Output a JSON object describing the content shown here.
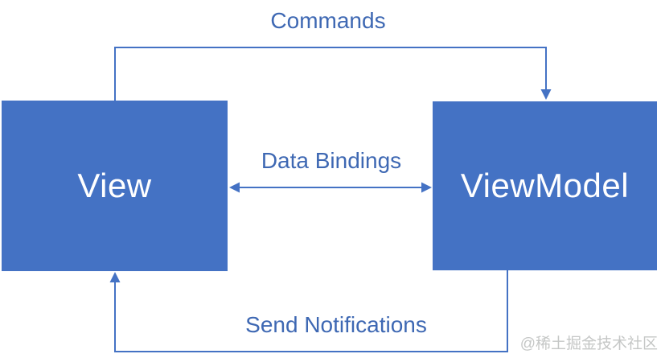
{
  "diagram": {
    "title_hint": "MVVM pattern: View and ViewModel relationship",
    "boxes": {
      "view": {
        "label": "View"
      },
      "viewmodel": {
        "label": "ViewModel"
      }
    },
    "arrows": {
      "commands": {
        "label": "Commands",
        "from": "View",
        "to": "ViewModel",
        "direction": "one-way"
      },
      "data_bindings": {
        "label": "Data Bindings",
        "between": [
          "View",
          "ViewModel"
        ],
        "direction": "two-way"
      },
      "send_notifications": {
        "label": "Send Notifications",
        "from": "ViewModel",
        "to": "View",
        "direction": "one-way"
      }
    },
    "colors": {
      "background": "#FFFFFF",
      "box_fill": "#4472C4",
      "box_text": "#FFFFFF",
      "arrow_stroke": "#4472C4",
      "label_text": "#3E68B3",
      "watermark_text": "#C5C7C6"
    },
    "watermark": {
      "text": "@稀土掘金技术社区"
    }
  }
}
